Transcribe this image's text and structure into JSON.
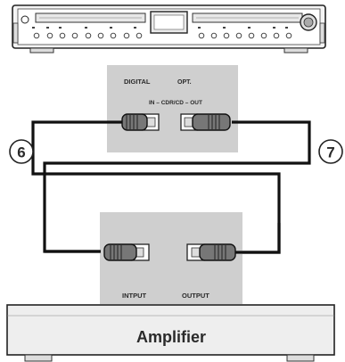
{
  "panel": {
    "digital_label": "DIGITAL",
    "opt_label": "OPT.",
    "io_label": "IN – CDR/CD – OUT"
  },
  "callouts": {
    "left": "6",
    "right": "7"
  },
  "amp_panel": {
    "input_label": "INTPUT",
    "output_label": "OUTPUT"
  },
  "amplifier": {
    "label": "Amplifier"
  },
  "colors": {
    "panel_gray": "#cfcfcf",
    "amp_body": "#eeeeee",
    "cable": "#111111"
  }
}
